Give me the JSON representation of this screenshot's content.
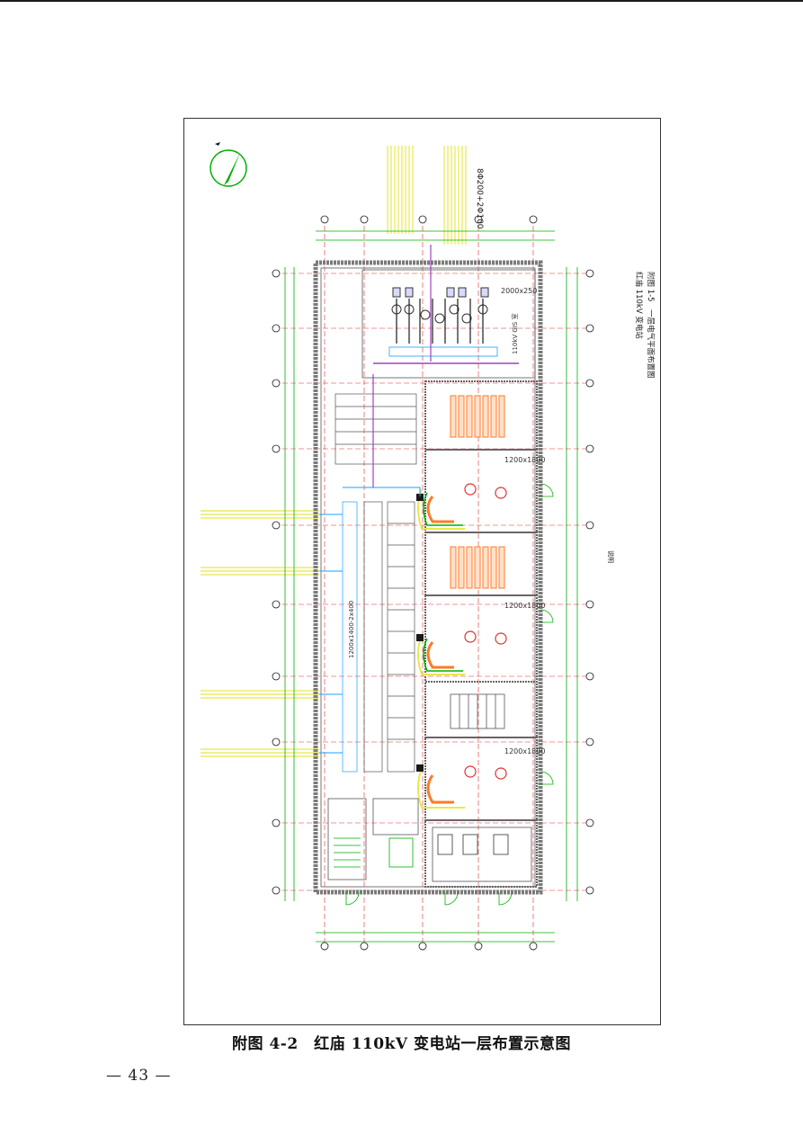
{
  "figure": {
    "caption": "附图 4-2　红庙 110kV 变电站一层布置示意图",
    "title_block_line1": "红庙 110kV 变电站",
    "title_block_line2": "附图 1-5　一层电气平面布置图",
    "duct_label": "8Φ200+2Φ100",
    "room_110kv": "110kV GIS 室",
    "trench_label": "2000x250",
    "cable_trench_1": "1200x1800",
    "cable_trench_2": "1200x1800",
    "cable_trench_3": "1200x1800",
    "cable_trench_left": "1200x1400-2x400",
    "side_note": "说明",
    "colors": {
      "wall": "#7a7a7a",
      "grid": "#00b000",
      "axis": "#e03030",
      "cable": "#1aa0ff",
      "conduit": "#e8e84a",
      "purple": "#a040c0",
      "equipment": "#ff7a2a"
    }
  },
  "page": {
    "number": "— 43 —"
  }
}
